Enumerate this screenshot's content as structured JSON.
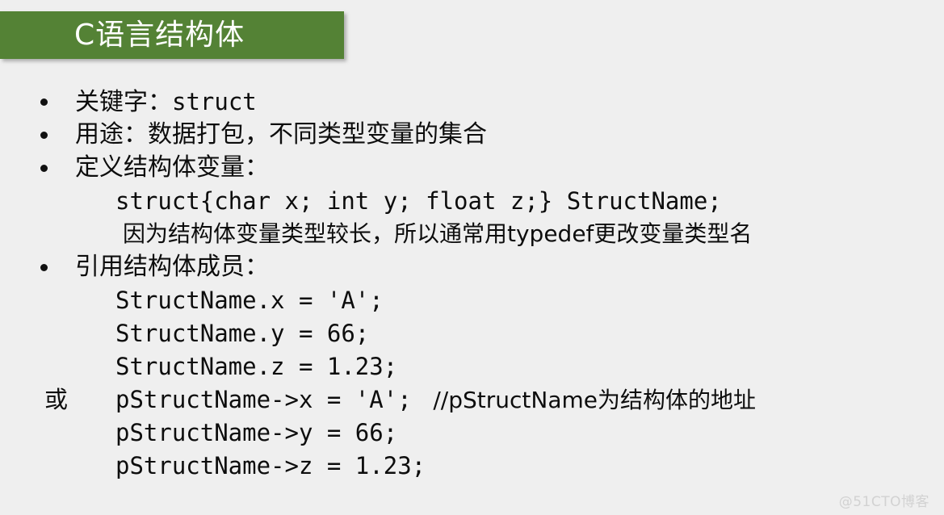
{
  "slide": {
    "background_color": "#efefef",
    "title": {
      "text": "C语言结构体",
      "banner_color": "#548235",
      "text_color": "#ffffff"
    },
    "bullets": [
      {
        "label": "关键字：",
        "code": "struct"
      },
      {
        "label": "用途：数据打包，不同类型变量的集合",
        "code": ""
      },
      {
        "label": "定义结构体变量：",
        "code": ""
      },
      {
        "label": "引用结构体成员：",
        "code": ""
      }
    ],
    "code_lines": {
      "define_struct": "struct{char x; int y; float z;} StructName;",
      "typedef_note": "因为结构体变量类型较长，所以通常用typedef更改变量类型名",
      "member_x": "StructName.x = 'A';",
      "member_y": "StructName.y = 66;",
      "member_z": "StructName.z = 1.23;",
      "alt_label": "或",
      "ptr_x": "pStructName->x = 'A';",
      "ptr_x_comment": "//pStructName为结构体的地址",
      "ptr_y": "pStructName->y = 66;",
      "ptr_z": "pStructName->z = 1.23;"
    },
    "watermark": "@51CTO博客"
  }
}
